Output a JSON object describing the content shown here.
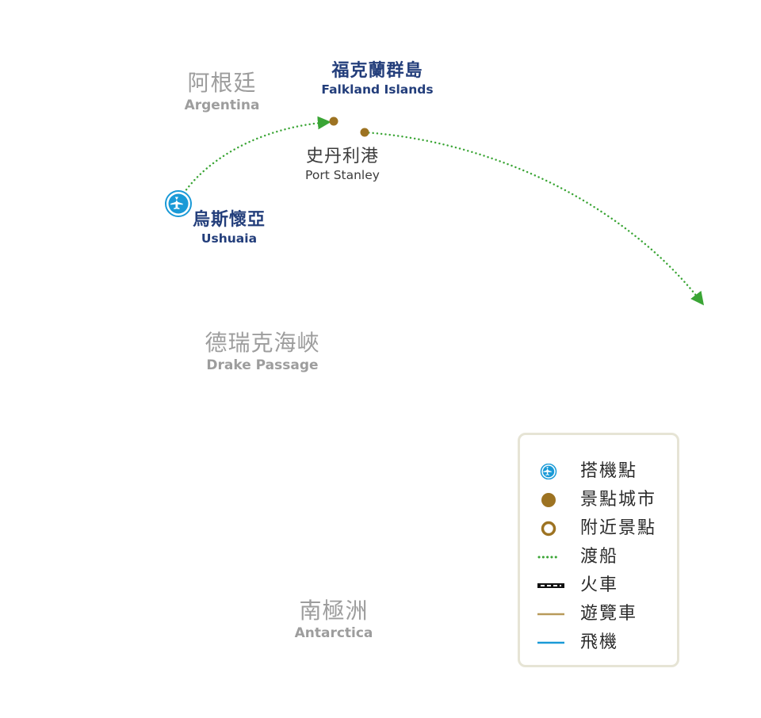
{
  "colors": {
    "route": "#3aa535",
    "stop": "#9d7322",
    "city_label": "#233e7b",
    "region_label": "#9d9d9d",
    "airport": "#1a9ad7"
  },
  "regions": {
    "argentina": {
      "zh": "阿根廷",
      "en": "Argentina"
    },
    "drake": {
      "zh": "德瑞克海峽",
      "en": "Drake Passage"
    },
    "antarctica": {
      "zh": "南極洲",
      "en": "Antarctica"
    }
  },
  "places": {
    "ushuaia": {
      "zh": "烏斯懷亞",
      "en": "Ushuaia"
    },
    "falkland": {
      "zh": "福克蘭群島",
      "en": "Falkland Islands"
    },
    "stanley": {
      "zh": "史丹利港",
      "en": "Port Stanley"
    }
  },
  "legend": {
    "items": [
      {
        "label": "搭機點",
        "icon": "airport-icon"
      },
      {
        "label": "景點城市",
        "icon": "city-dot-icon"
      },
      {
        "label": "附近景點",
        "icon": "nearby-ring-icon"
      },
      {
        "label": "渡船",
        "icon": "ferry-line-icon"
      },
      {
        "label": "火車",
        "icon": "train-line-icon"
      },
      {
        "label": "遊覽車",
        "icon": "bus-line-icon"
      },
      {
        "label": "飛機",
        "icon": "flight-line-icon"
      }
    ]
  }
}
